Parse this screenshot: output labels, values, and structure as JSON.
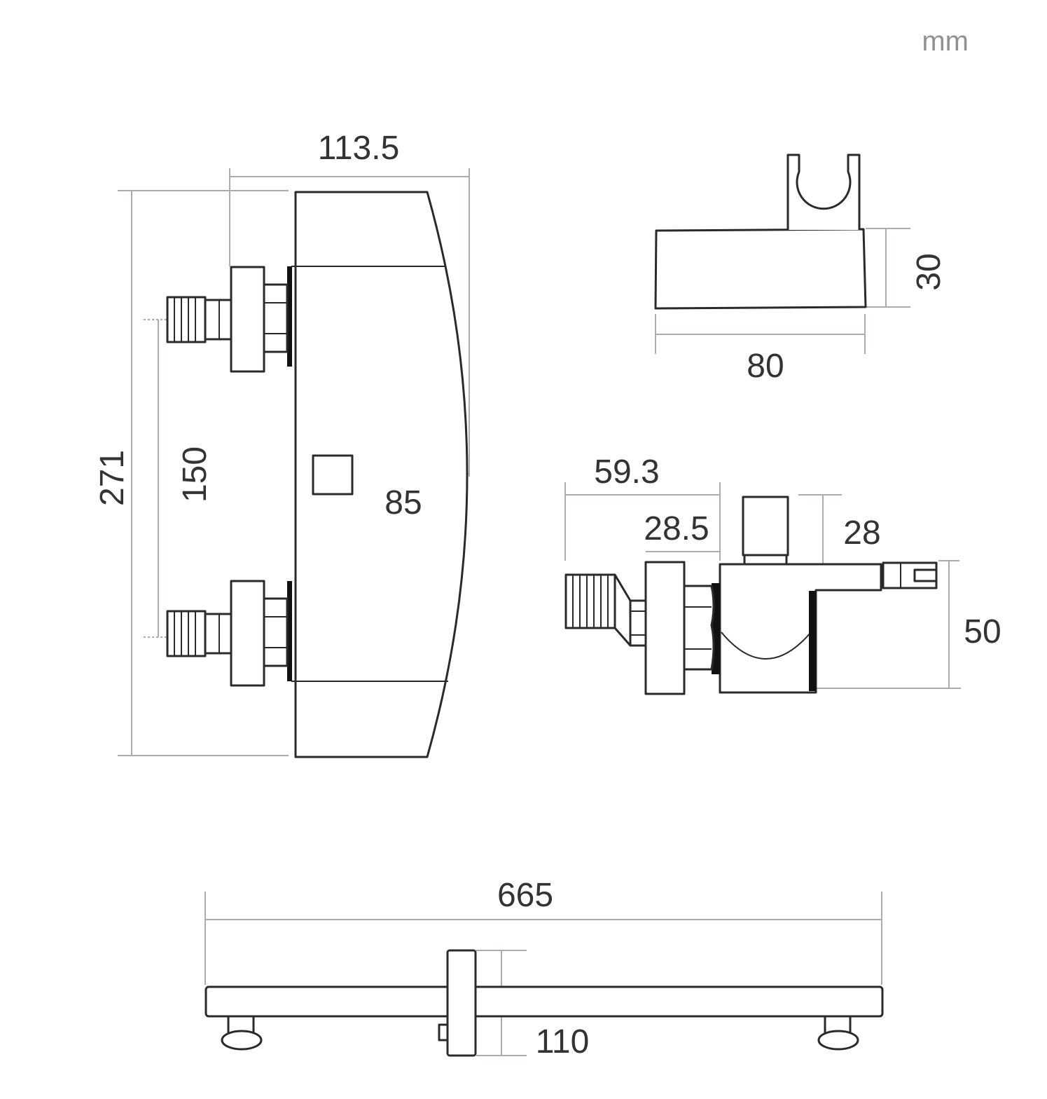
{
  "unit": "mm",
  "dimensions": {
    "main_width": "113.5",
    "main_height": "271",
    "inlet_spacing": "150",
    "main_depth": "85",
    "holder_height": "30",
    "holder_width": "80",
    "side_total": "59.3",
    "side_inlet": "28.5",
    "side_knob": "28",
    "side_height": "50",
    "rail_length": "665",
    "slider_height": "110"
  },
  "colors": {
    "line": "#2a2a2a",
    "dimension": "#a8adb3",
    "text": "#333333",
    "unit": "#8d9298"
  }
}
